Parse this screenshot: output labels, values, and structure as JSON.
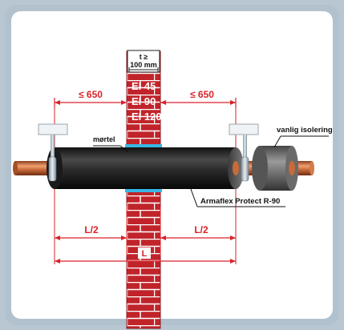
{
  "wall_thickness": {
    "line1": "t ≥",
    "line2": "100 mm"
  },
  "fire_ratings": [
    "EI 45",
    "EI 90",
    "EI 120"
  ],
  "distance_left": "≤ 650",
  "distance_right": "≤ 650",
  "mortar_label": "mørtel",
  "regular_insulation_label": "vanlig isolering",
  "product_label": "Armaflex Protect R-90",
  "half_length_left": "L/2",
  "half_length_right": "L/2",
  "length_label": "L",
  "colors": {
    "outer_border": "#b9c7d3",
    "brick": "#c0242a",
    "mortar_joint": "#ffffff",
    "dimension_red": "#d9222a",
    "pipe_copper": "#c96a3a",
    "insulation": "#2b2b2b",
    "wall_gap": "#38b6e3"
  }
}
